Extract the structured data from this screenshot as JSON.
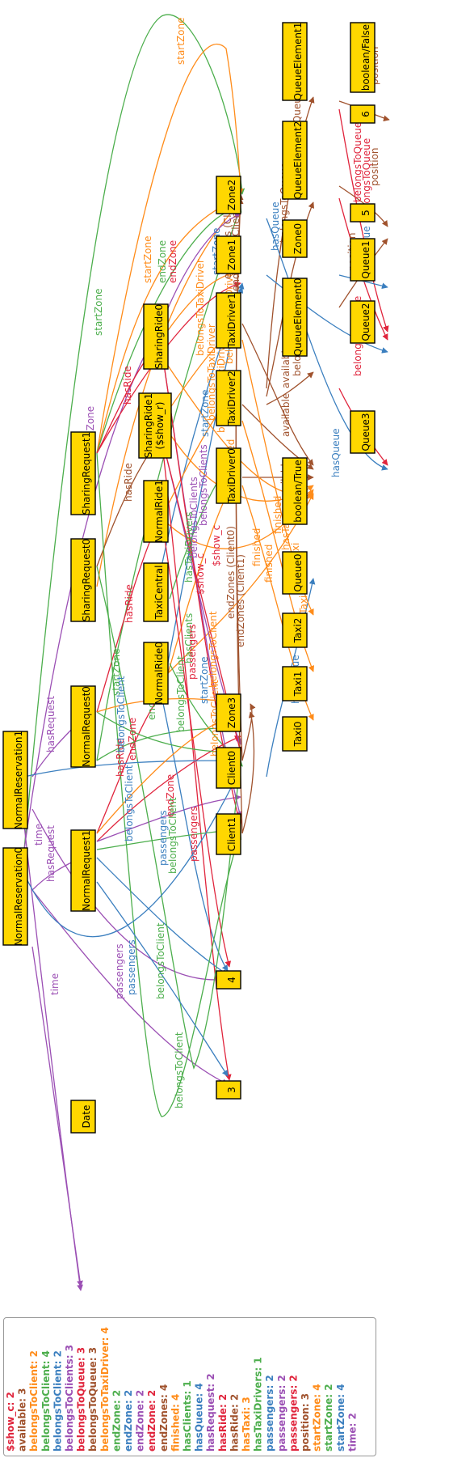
{
  "colors": {
    "purple": "#9b4fb4",
    "orange": "#ff8c1a",
    "green": "#4cae4c",
    "blue": "#3b7fbf",
    "red": "#e0243c",
    "brown": "#a0522d",
    "node_fill": "#ffd700"
  },
  "nodes": {
    "n_boolean_false": "boolean/False",
    "n_6": "6",
    "n_queueelement1": "QueueElement1",
    "n_zone2": "Zone2",
    "n_5": "5",
    "n_queueelement2": "QueueElement2",
    "n_zone0": "Zone0",
    "n_queue1": "Queue1",
    "n_queue2": "Queue2",
    "n_zone1": "Zone1",
    "n_taxidriver1": "TaxiDriver1",
    "n_queueelement0": "QueueElement0",
    "n_sharingride0": "SharingRide0",
    "n_sharingride1": "SharingRide1\n($show_r)",
    "n_taxidriver2": "TaxiDriver2",
    "n_queue3": "Queue3",
    "n_sharingrequest1": "SharingRequest1",
    "n_taxidriver0": "TaxiDriver0",
    "n_boolean_true": "boolean/True",
    "n_normalride1": "NormalRide1",
    "n_sharingrequest0": "SharingRequest0",
    "n_taxicentral": "TaxiCentral",
    "n_queue0": "Queue0",
    "n_taxi2": "Taxi2",
    "n_normalride0": "NormalRide0",
    "n_taxi1": "Taxi1",
    "n_normalrequest0": "NormalRequest0",
    "n_zone3": "Zone3",
    "n_taxi0": "Taxi0",
    "n_normalreservation1": "NormalReservation1",
    "n_client0": "Client0",
    "n_normalrequest1": "NormalRequest1",
    "n_client1": "Client1",
    "n_normalreservation0": "NormalReservation0",
    "n_4": "4",
    "n_3": "3",
    "n_date": "Date"
  },
  "edge_labels": {
    "position_qe1_6": "position",
    "position_qe2_5": "position",
    "position_qe0_5": "position",
    "belongsToQueue_qe1": "belongsToQueue",
    "belongsToQueue_qe1_red": "belongsToQueue",
    "belongsToQueue_qe2": "belongsToQueue",
    "belongsToQueue_qe2_red": "belongsToQueue",
    "belongsToQueue_qe0": "belongsToQueue",
    "belongsToQueue_qe0_red": "belongsToQueue",
    "hasQueue_zone0": "hasQueue",
    "hasQueue_zone2": "hasQueue",
    "hasQueue_zone3": "hasQueue",
    "hasQueue_zone1": "hasQueue",
    "startZone_top": "startZone",
    "startZone_a": "startZone",
    "startZone_b": "startZone",
    "startZone_c": "startZone",
    "startZone_d": "startZone",
    "startZone_e": "startZone",
    "startZone_f": "startZone",
    "startZone_g": "startZone",
    "endZone_a": "endZone",
    "endZone_b": "endZone",
    "endZone_c": "endZone",
    "endZone_d": "endZone",
    "endZone_e": "endZone",
    "endZone_f": "endZone",
    "hasRide_a": "hasRide",
    "hasRide_b": "hasRide",
    "hasRide_c": "hasRide",
    "hasRide_d": "hasRide",
    "hasRequest_a": "hasRequest",
    "hasRequest_b": "hasRequest",
    "time_a": "time",
    "time_b": "time",
    "available_a": "available",
    "available_b": "available",
    "available_c": "available",
    "finished_a": "finished",
    "finished_b": "finished",
    "finished_c": "finished",
    "finished_d": "finished",
    "hasTaxi_a": "hasTaxi",
    "hasTaxi_b": "hasTaxi",
    "hasTaxi_c": "hasTaxi",
    "belongsToTaxiDriver_a": "belongsToTaxiDriver",
    "belongsToTaxiDriver_b": "belongsToTaxiDriver",
    "belongsToTaxiDriver_c": "belongsToTaxiDriver",
    "belongsToTaxiDriver_d": "belongsToTaxiDriver",
    "belongsToClients_a": "belongsToClients",
    "belongsToClients_b": "belongsToClients",
    "hasTaxiDrivers": "hasTaxiDrivers",
    "hasClients": "hasClients",
    "show_c": "$show_c",
    "endZones_client0": "endZones (Client0)",
    "endZones_client1": "endZones (Client1)",
    "endZones_client0_top": "endZones (Client0)",
    "endZones_client1_top": "endZones (Client1)",
    "passengers_a": "passengers",
    "passengers_b": "passengers",
    "passengers_c": "passengers",
    "passengers_d": "passengers",
    "passengers_e": "passengers",
    "belongsToClient_a": "belongsToClient",
    "belongsToClient_b": "belongsToClient",
    "belongsToClient_c": "belongsToClient",
    "belongsToClient_d": "belongsToClient",
    "belongsToClient_e": "belongsToClient",
    "belongsToClient_f": "belongsToClient",
    "belongsToClient_g": "belongsToClient",
    "belongsToClient_h": "belongsToClient"
  },
  "legend": [
    {
      "text": "$show_c: 2",
      "color": "#e0243c"
    },
    {
      "text": "available: 3",
      "color": "#a0522d"
    },
    {
      "text": "belongsToClient: 2",
      "color": "#ff8c1a"
    },
    {
      "text": "belongsToClient: 4",
      "color": "#4cae4c"
    },
    {
      "text": "belongsToClient: 2",
      "color": "#3b7fbf"
    },
    {
      "text": "belongsToClients: 3",
      "color": "#9b4fb4"
    },
    {
      "text": "belongsToQueue: 3",
      "color": "#e0243c"
    },
    {
      "text": "belongsToQueue: 3",
      "color": "#a0522d"
    },
    {
      "text": "belongsToTaxiDriver: 4",
      "color": "#ff8c1a"
    },
    {
      "text": "endZone: 2",
      "color": "#4cae4c"
    },
    {
      "text": "endZone: 2",
      "color": "#3b7fbf"
    },
    {
      "text": "endZone: 2",
      "color": "#9b4fb4"
    },
    {
      "text": "endZone: 2",
      "color": "#e0243c"
    },
    {
      "text": "endZones: 4",
      "color": "#a0522d"
    },
    {
      "text": "finished: 4",
      "color": "#ff8c1a"
    },
    {
      "text": "hasClients: 1",
      "color": "#4cae4c"
    },
    {
      "text": "hasQueue: 4",
      "color": "#3b7fbf"
    },
    {
      "text": "hasRequest: 2",
      "color": "#9b4fb4"
    },
    {
      "text": "hasRide: 2",
      "color": "#e0243c"
    },
    {
      "text": "hasRide: 2",
      "color": "#a0522d"
    },
    {
      "text": "hasTaxi: 3",
      "color": "#ff8c1a"
    },
    {
      "text": "hasTaxiDrivers: 1",
      "color": "#4cae4c"
    },
    {
      "text": "passengers: 2",
      "color": "#3b7fbf"
    },
    {
      "text": "passengers: 2",
      "color": "#9b4fb4"
    },
    {
      "text": "passengers: 2",
      "color": "#e0243c"
    },
    {
      "text": "position: 3",
      "color": "#a0522d"
    },
    {
      "text": "startZone: 4",
      "color": "#ff8c1a"
    },
    {
      "text": "startZone: 2",
      "color": "#4cae4c"
    },
    {
      "text": "startZone: 4",
      "color": "#3b7fbf"
    },
    {
      "text": "time: 2",
      "color": "#9b4fb4"
    }
  ]
}
